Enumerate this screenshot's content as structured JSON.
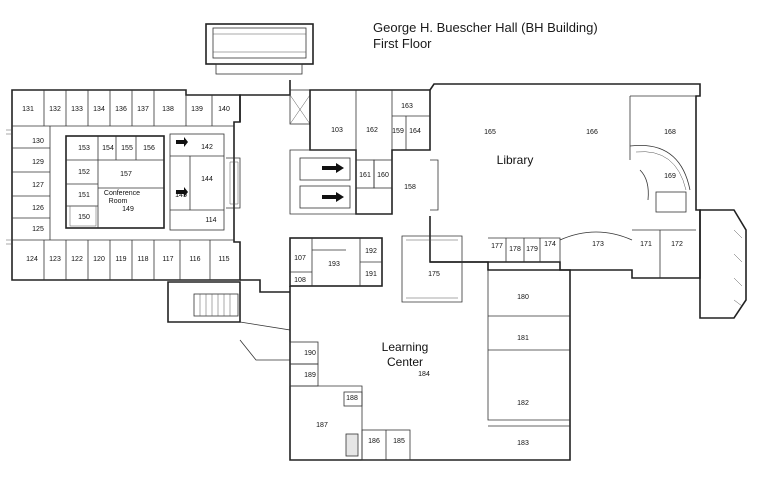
{
  "map": {
    "title_line1": "George H. Buescher Hall (BH Building)",
    "title_line2": "First Floor",
    "areas": {
      "library": "Library",
      "learning_center_line1": "Learning",
      "learning_center_line2": "Center",
      "conference_line1": "Conference",
      "conference_line2": "Room"
    },
    "rooms": [
      "131",
      "132",
      "133",
      "134",
      "136",
      "137",
      "138",
      "139",
      "140",
      "130",
      "129",
      "127",
      "126",
      "125",
      "124",
      "123",
      "122",
      "120",
      "119",
      "118",
      "117",
      "116",
      "115",
      "153",
      "154",
      "155",
      "156",
      "152",
      "157",
      "151",
      "150",
      "149",
      "142",
      "144",
      "145",
      "114",
      "103",
      "162",
      "163",
      "159",
      "164",
      "161",
      "160",
      "158",
      "165",
      "166",
      "168",
      "169",
      "173",
      "171",
      "172",
      "177",
      "178",
      "179",
      "174",
      "175",
      "107",
      "108",
      "193",
      "192",
      "191",
      "180",
      "181",
      "182",
      "183",
      "190",
      "189",
      "188",
      "187",
      "186",
      "185",
      "184"
    ]
  }
}
